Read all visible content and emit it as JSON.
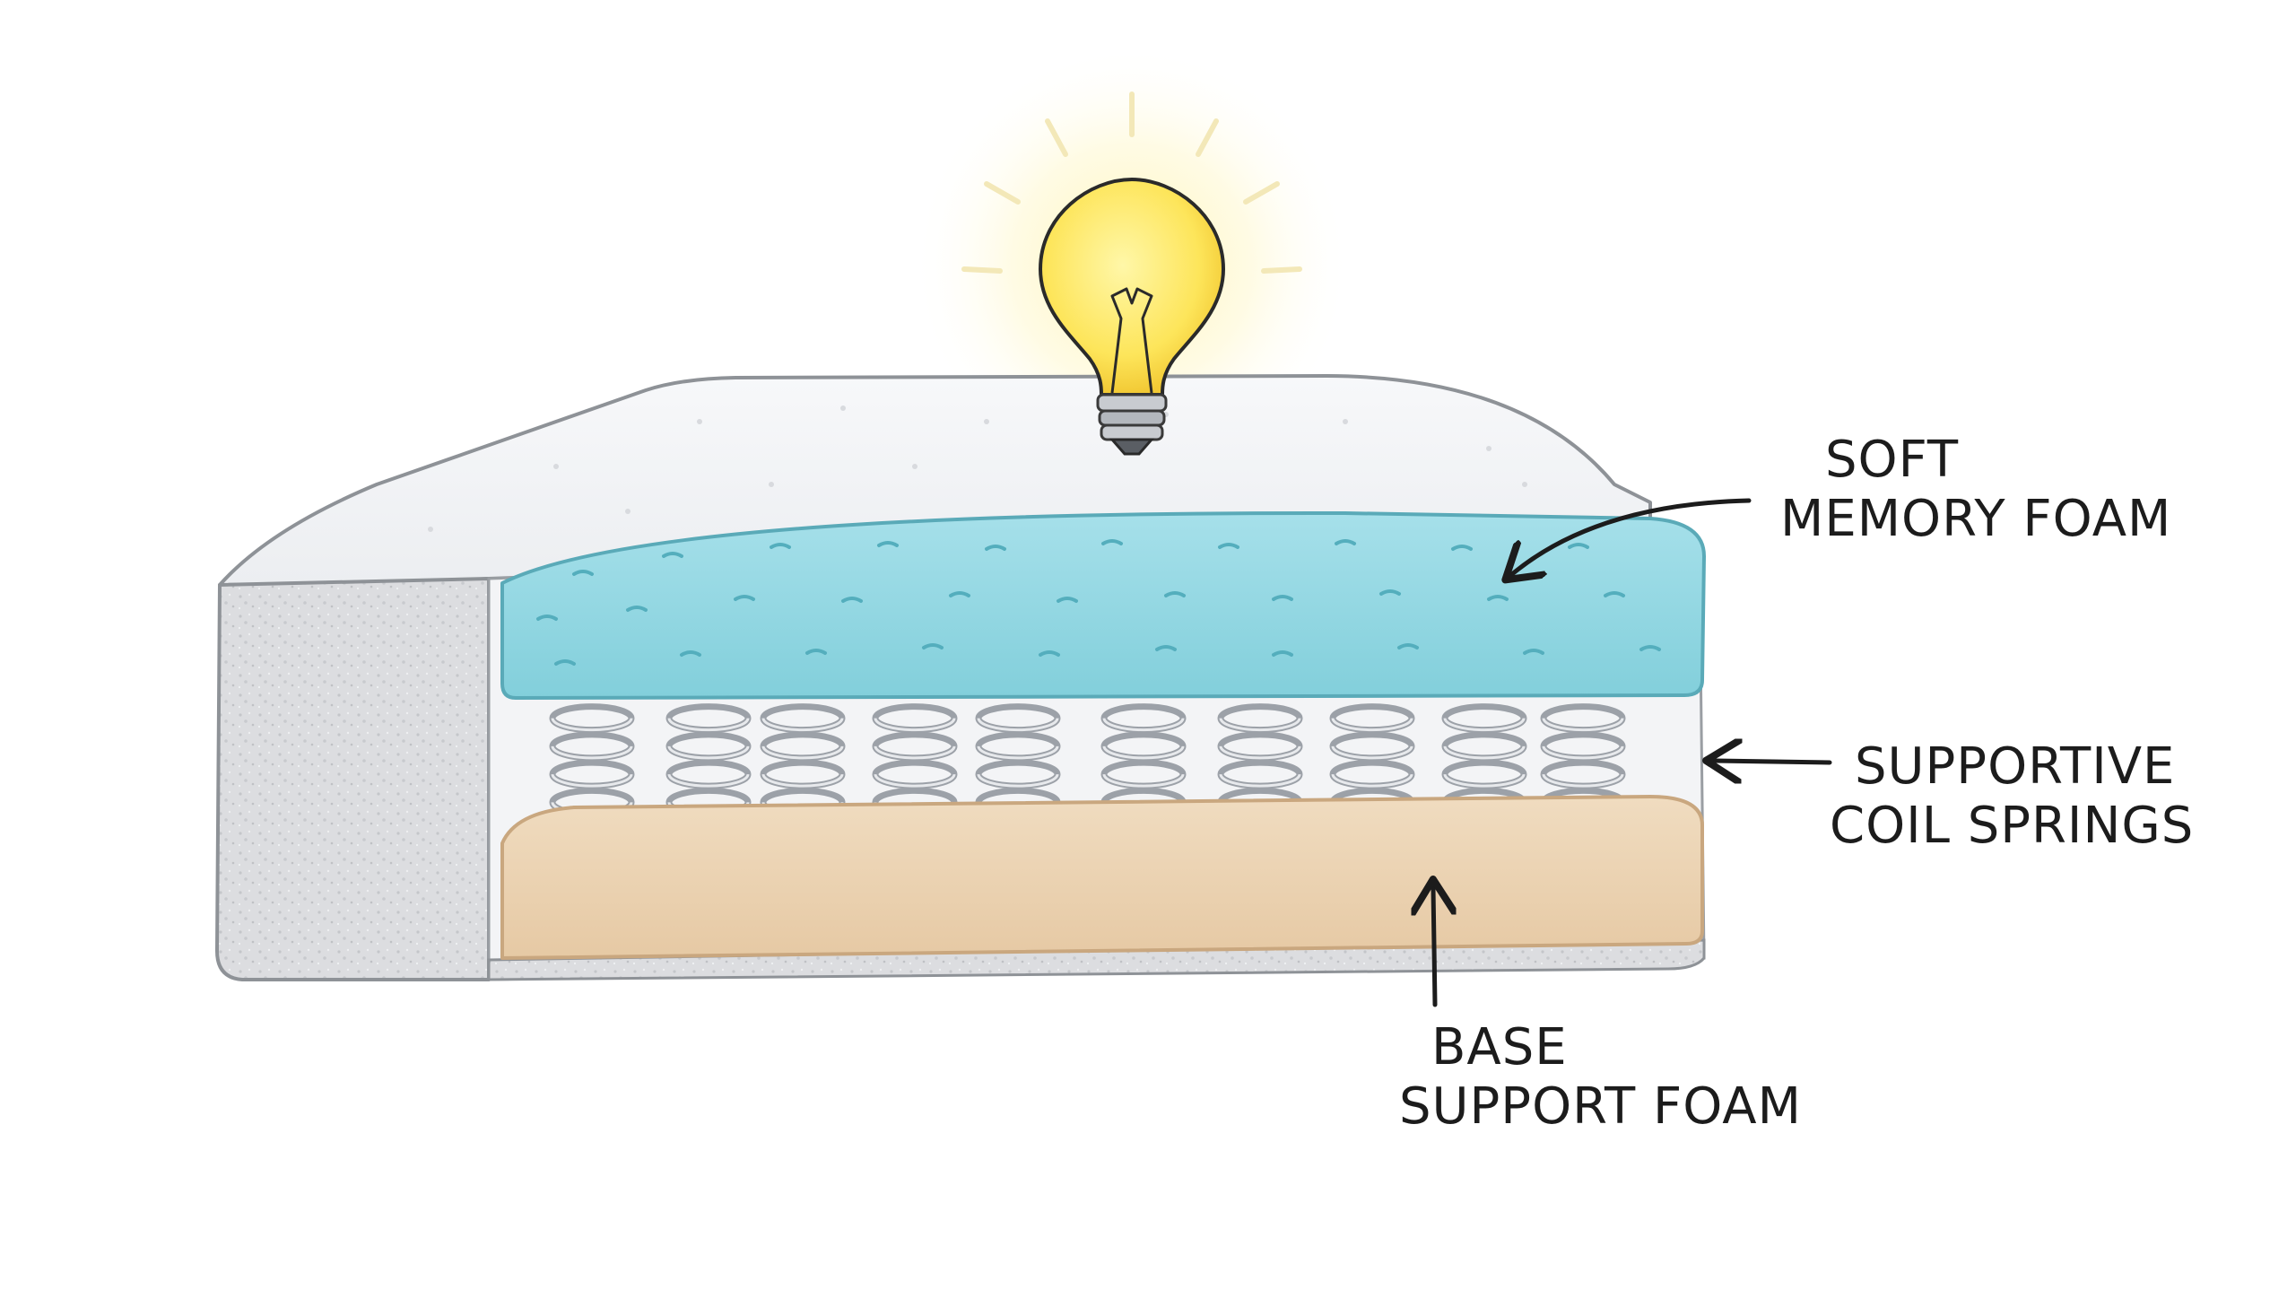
{
  "labels": {
    "memory_foam": {
      "line1": "SOFT",
      "line2": "MEMORY FOAM"
    },
    "coil_springs": {
      "line1": "SUPPORTIVE",
      "line2": "COIL SPRINGS"
    },
    "base_foam": {
      "line1": "BASE",
      "line2": "SUPPORT FOAM"
    }
  },
  "colors": {
    "memory_foam": "#8fd6e0",
    "base_foam": "#ecd3b3",
    "cover": "#f4f5f7",
    "cover_side": "#d9dadd",
    "bulb": "#fde55a",
    "spring": "#8a8f96"
  },
  "icons": [
    "lightbulb-icon",
    "arrow-icon"
  ]
}
